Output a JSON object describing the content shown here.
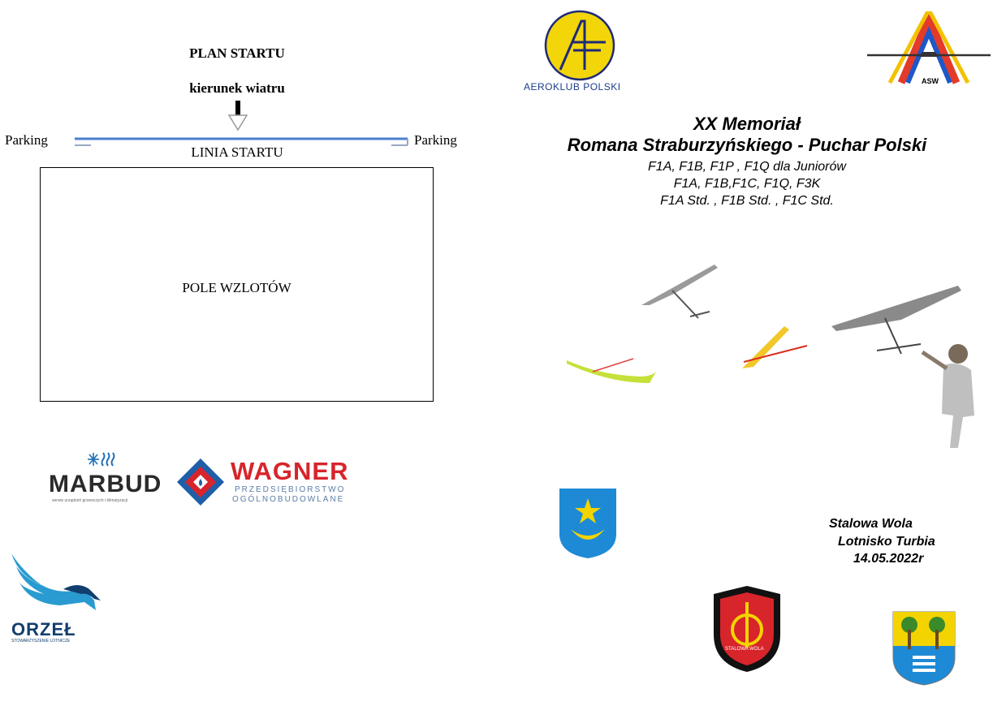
{
  "plan": {
    "title": "PLAN STARTU",
    "wind_direction": "kierunek wiatru",
    "parking_left": "Parking",
    "parking_right": "Parking",
    "start_line": "LINIA STARTU",
    "field": "POLE WZLOTÓW"
  },
  "event": {
    "title_line1": "XX Memoriał",
    "title_line2": "Romana Straburzyńskiego - Puchar Polski",
    "classes": [
      "F1A, F1B, F1P , F1Q dla Juniorów",
      "F1A, F1B,F1C, F1Q, F3K",
      "F1A Std.  , F1B Std. , F1C Std."
    ],
    "place_city": "Stalowa Wola",
    "place_airfield": "Lotnisko Turbia",
    "date": "14.05.2022r"
  },
  "logos": {
    "aeroklub": "AEROKLUB POLSKI",
    "asw": "ASW",
    "marbud": "MARBUD",
    "marbud_tagline": "serwis urządzeń grzewczych i klimatyzacji",
    "wagner": "WAGNER",
    "wagner_line1": "PRZEDSIĘBIORSTWO",
    "wagner_line2": "OGÓLNOBUDOWLANE",
    "orzel": "ORZEŁ",
    "orzel_tagline": "STOWARZYSZENIE LOTNICZE",
    "stalowa_wola_crest": "STALOWA WOLA"
  },
  "colors": {
    "start_line": "#4a7fd0",
    "aeroklub_yellow": "#f2d60a",
    "aeroklub_blue": "#1e2a78",
    "wagner_red": "#d8242b",
    "wagner_blue": "#1f5ea8",
    "crest_blue": "#1e8ad6",
    "crest_yellow": "#f3d400"
  }
}
